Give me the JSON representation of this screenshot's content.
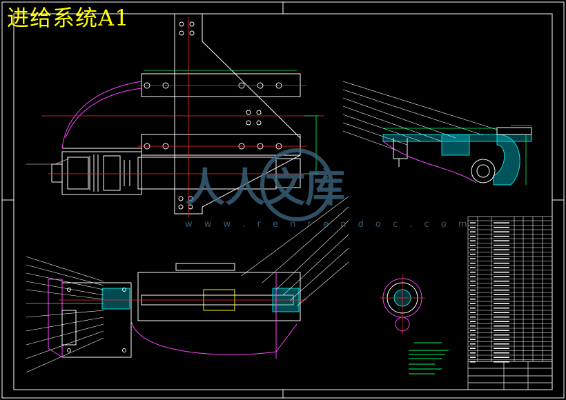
{
  "drawing": {
    "title": "进给系统A1",
    "watermark_url": "w w w . r e n r e n d o c . c o m",
    "watermark_logo": "人人文库"
  },
  "colors": {
    "background": "#000000",
    "title": "#ffff00",
    "outline": "#ffffff",
    "centerline": "#ff2a2a",
    "dimension": "#00ff66",
    "section": "#00e0e0",
    "magenta": "#ff44ff",
    "watermark": "#3f6a86"
  }
}
